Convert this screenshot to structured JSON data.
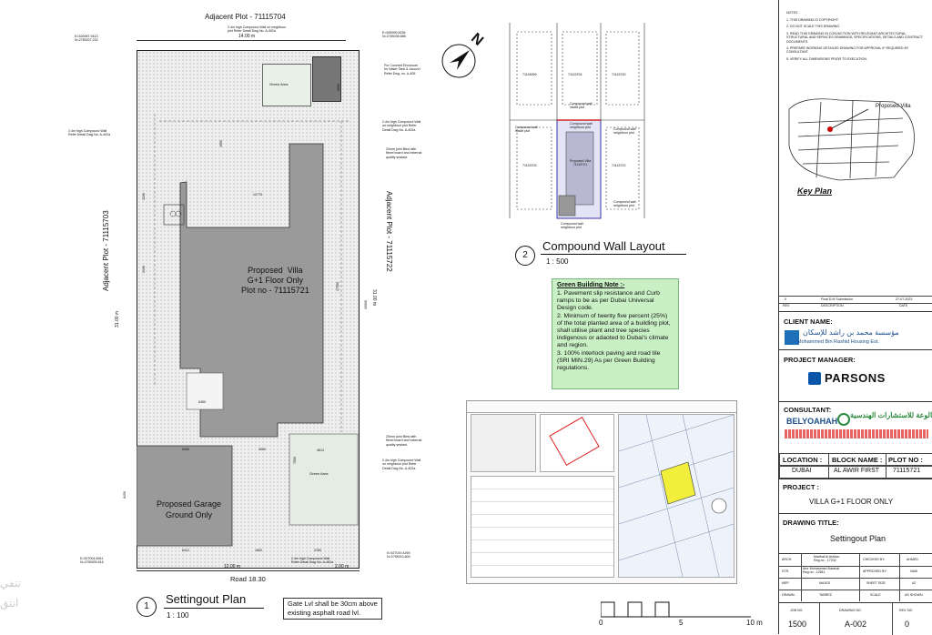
{
  "settingout_plan": {
    "top_label": "Adjacent Plot - 71115704",
    "left_label": "Adjacent Plot - 71115703",
    "right_label": "Adjacent Plot - 71115722",
    "road_label": "Road 18.30",
    "top_dim": "14.00 m",
    "bottom_dim": "12.00 m",
    "bottom_dim2": "2.00 m",
    "left_dim": "31.00 m",
    "right_dim": "31.00 m",
    "coord_tl": "E=526987.9413\nN=2789227.232",
    "coord_tr": "E=526999.8236\nN=2789235.688",
    "coord_bl": "E=527004.8941\nN=2789200.516",
    "coord_br": "E=527019.4269\nN=2789210.800",
    "villa_label": "Proposed  Villa\nG+1 Floor Only\nPlot no - 71115721",
    "garage_label": "Proposed Garage\nGround Only",
    "green_area_1": "Green Area",
    "green_area_2": "Green Area",
    "note_enclosure": "For Covered Enclosure\nfor Water Tank & Jacuzzi\nRefer Dwg. no. A-405",
    "note_wall_top": "2.4m high Compound Wall on neighbour\nplot Refer Detail Dwg No. A-402a",
    "note_wall_right1": "2.4m high Compound Wall\non neighbour plot Refer\nDetail Dwg No. A-402a",
    "note_joint1": "20mm joint filled with\nflexel board and external\nquality sealant.",
    "note_wall_left": "2.4m high Compound Wall\nRefer Detail Dwg No. A-402a",
    "note_joint2": "20mm joint filled with\nflexel board and external\nquality sealant.",
    "note_wall_right2": "2.4m high Compound Wall\non neighbour plot Refer\nDetail Dwg No. A-402a",
    "note_wall_bottom": "2.4m high Compound Wall\nRefer Detail Dwg No. A-402a",
    "dims": {
      "d12775": "12775",
      "d6460": "6460",
      "d3000": "3000",
      "d6412": "6412",
      "d1800": "1800",
      "d3760": "3760",
      "d4613": "4613",
      "d7500": "7500",
      "d8450": "8450",
      "d6450": "6450",
      "d17950": "17950",
      "d30000": "30000",
      "d4950": "4950",
      "d3000b": "3000",
      "d1200": "1200",
      "d2400": "2400"
    },
    "title_number": "1",
    "title": "Settingout Plan",
    "scale": "1 : 100",
    "gate_note": "Gate Lvl shall be 30cm above\nexisting asphalt road lvl."
  },
  "compound_wall": {
    "title_number": "2",
    "title": "Compound Wall Layout",
    "scale": "1 : 500",
    "plots": [
      "71115069",
      "71115704",
      "71115720",
      "71115703",
      "Proposed Villa\n71115721",
      "71115722"
    ],
    "labels": {
      "cw_inside": "Compound wall\ninside plot",
      "cw_neighbour_top": "Compound wall\nneighbour plot",
      "cw_inside_left": "Compound wall\ninside plot",
      "cw_neighbour_right": "Compound wall\nneighbour plot",
      "cw_neighbour_br": "Compound wall\nneighbour plot",
      "cw_neighbour_bottom": "Compound wall\nneighbour plot"
    }
  },
  "green_building": {
    "heading": "Green Building Note :-",
    "items": [
      "1. Pavement slip resistance and Curb ramps to be as per Dubai Universal Design code.",
      "2. Minimum of twenty five percent (25%) of the total planted area of a building plot, shall utilise plant and tree species indigenous or adaoted to Dubai's climate and region.",
      "3. 100% interlock paving and road tile (SRI MIN.29) As per Green Building regulations."
    ]
  },
  "scale_bar": {
    "labels": [
      "0",
      "5",
      "10 m"
    ]
  },
  "title_block": {
    "notes_heading": "NOTES",
    "notes": [
      "1.  THIS DRAWING IS COPYRIGHT.",
      "2.  DO NOT SCALE THIS DRAWING.",
      "3.  READ THIS DRAWING IN CONJUCTION WITH RELEVANT ARCHITECTURAL, STRUCTURAL AND SERVICES DRAWINGS, SPECIFICATIONS, DETAILS AND CONTRACT DOCUMENTS.",
      "4.  PREPARE WORKING DETAILED DRAWING FOR APPROVAL IF REQUIRED BY CONSULTANT.",
      "5.  VERIFY ALL DIMENSIONS PRIOR TO EXECUTION."
    ],
    "key_plan_label": "Key Plan",
    "key_plan_callout": "Proposed  Villa",
    "revision": {
      "rev": "0",
      "desc": "Final D.M Submission",
      "date": "27-07-2023",
      "h_rev": "REV",
      "h_desc": "DESCRIPTION",
      "h_date": "DATE"
    },
    "client_heading": "CLIENT NAME:",
    "client_ar": "مؤسسة محمد بن راشد للإسكان",
    "client_en": "Mohammed Bin Rashid Housing Est.",
    "pm_heading": "PROJECT MANAGER:",
    "pm_name": "PARSONS",
    "consultant_heading": "CONSULTANT:",
    "consultant_name": "BELYOAHAH",
    "consultant_ar": "بالوعة للاستشارات الهندسية",
    "location": {
      "h1": "LOCATION :",
      "h2": "BLOCK NAME :",
      "h3": "PLOT NO :",
      "v1": "DUBAI",
      "v2": "AL AWIR FIRST",
      "v3": "71115721"
    },
    "project_heading": "PROJECT :",
    "project_name": "VILLA G+1 FLOOR ONLY",
    "drawing_title_heading": "DRAWING TITLE:",
    "drawing_title": "Settingout Plan",
    "staff": [
      {
        "role": "ARCH.",
        "name": "Madhat Al Ashkar\nReg.no - 17232",
        "k": "CHECKED BY:",
        "v": "AHMED"
      },
      {
        "role": "STR.",
        "name": "Amr Mohammed Barakat\nReg.no - 12811",
        "k": "APPROVED BY:",
        "v": "NAIK"
      },
      {
        "role": "MEP.",
        "name": "MAJED",
        "k": "SHEET SIZE",
        "v": "A2"
      },
      {
        "role": "DRAWN:",
        "name": "TABREZ",
        "k": "SCALE",
        "v": "AS SHOWN"
      }
    ],
    "job_no_h": "JOB NO.",
    "job_no": "1500",
    "drawing_no_h": "DRAWING NO.",
    "drawing_no": "A-002",
    "rev_no_h": "REV. NO",
    "rev_no": "0"
  },
  "north_label": "N",
  "affection_plan": {
    "arabic_side": "تنفي\nانتق"
  }
}
